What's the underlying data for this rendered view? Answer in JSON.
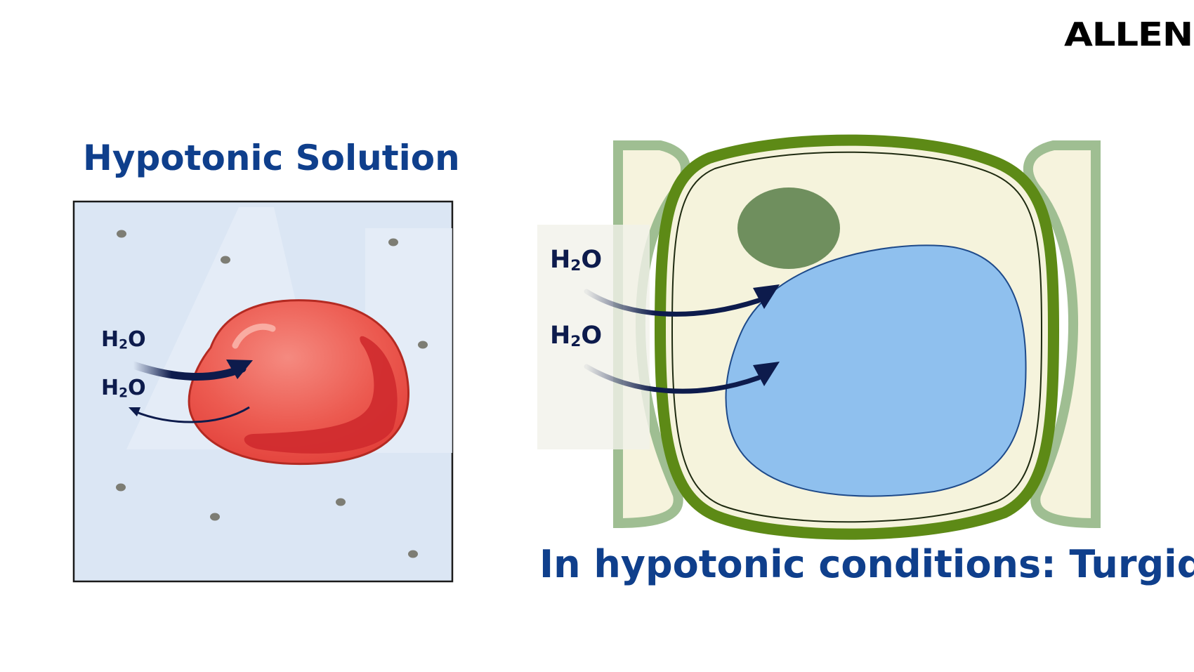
{
  "brand": {
    "logo": "ALLEN"
  },
  "left_panel": {
    "title": "Hypotonic Solution",
    "water_in_label": {
      "main": "H",
      "sub": "2",
      "end": "O"
    },
    "water_out_label": {
      "main": "H",
      "sub": "2",
      "end": "O"
    }
  },
  "right_panel": {
    "caption": "In hypotonic conditions: Turgid",
    "water_label_1": {
      "main": "H",
      "sub": "2",
      "end": "O"
    },
    "water_label_2": {
      "main": "H",
      "sub": "2",
      "end": "O"
    }
  },
  "colors": {
    "title_blue": "#0f3f8c",
    "solution_bg": "#dbe6f4",
    "rbc_red": "#e8453f",
    "cell_wall_green": "#5d8a16",
    "vacuole_blue": "#8fc0ee",
    "nucleus_green": "#6f8f5e",
    "arrow_navy": "#0d1b4c"
  }
}
